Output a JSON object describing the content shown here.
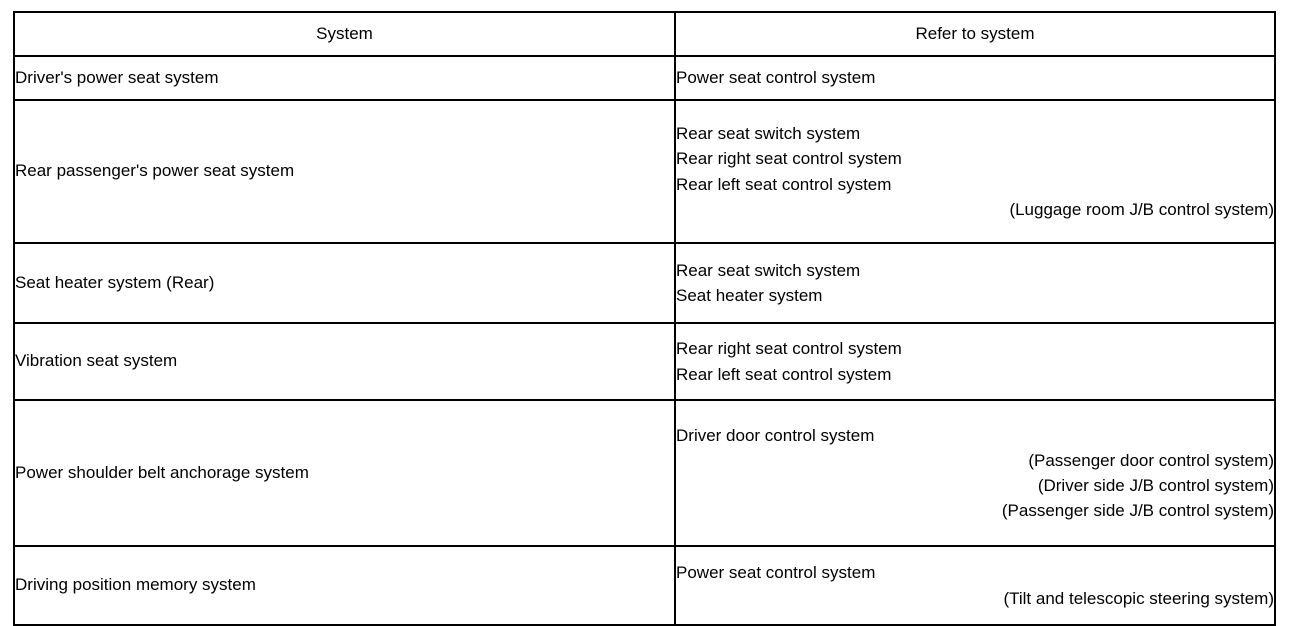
{
  "table": {
    "name": "system-reference-table",
    "columns": [
      "System",
      "Refer to system"
    ],
    "rows": [
      {
        "system": "Driver's power seat system",
        "refer": [
          {
            "text": "Power seat control system",
            "align": "left"
          }
        ]
      },
      {
        "system": "Rear passenger's power seat system",
        "refer": [
          {
            "text": "Rear seat switch system",
            "align": "left"
          },
          {
            "text": "Rear right seat control system",
            "align": "left"
          },
          {
            "text": "Rear left seat control system",
            "align": "left"
          },
          {
            "text": "(Luggage room J/B control system)",
            "align": "right"
          }
        ]
      },
      {
        "system": "Seat heater system (Rear)",
        "refer": [
          {
            "text": "Rear seat switch system",
            "align": "left"
          },
          {
            "text": "Seat heater system",
            "align": "left"
          }
        ]
      },
      {
        "system": "Vibration seat system",
        "refer": [
          {
            "text": "Rear right seat control system",
            "align": "left"
          },
          {
            "text": "Rear left seat control system",
            "align": "left"
          }
        ]
      },
      {
        "system": "Power shoulder belt anchorage system",
        "refer": [
          {
            "text": "Driver door control system",
            "align": "left"
          },
          {
            "text": "(Passenger door control system)",
            "align": "right"
          },
          {
            "text": "(Driver side J/B control system)",
            "align": "right"
          },
          {
            "text": "(Passenger side J/B control system)",
            "align": "right"
          }
        ]
      },
      {
        "system": "Driving position memory system",
        "refer": [
          {
            "text": "Power seat control system",
            "align": "left"
          },
          {
            "text": "(Tilt and telescopic steering system)",
            "align": "right"
          }
        ]
      }
    ]
  },
  "colors": {
    "background": "#ffffff",
    "text": "#000000",
    "border": "#000000"
  }
}
